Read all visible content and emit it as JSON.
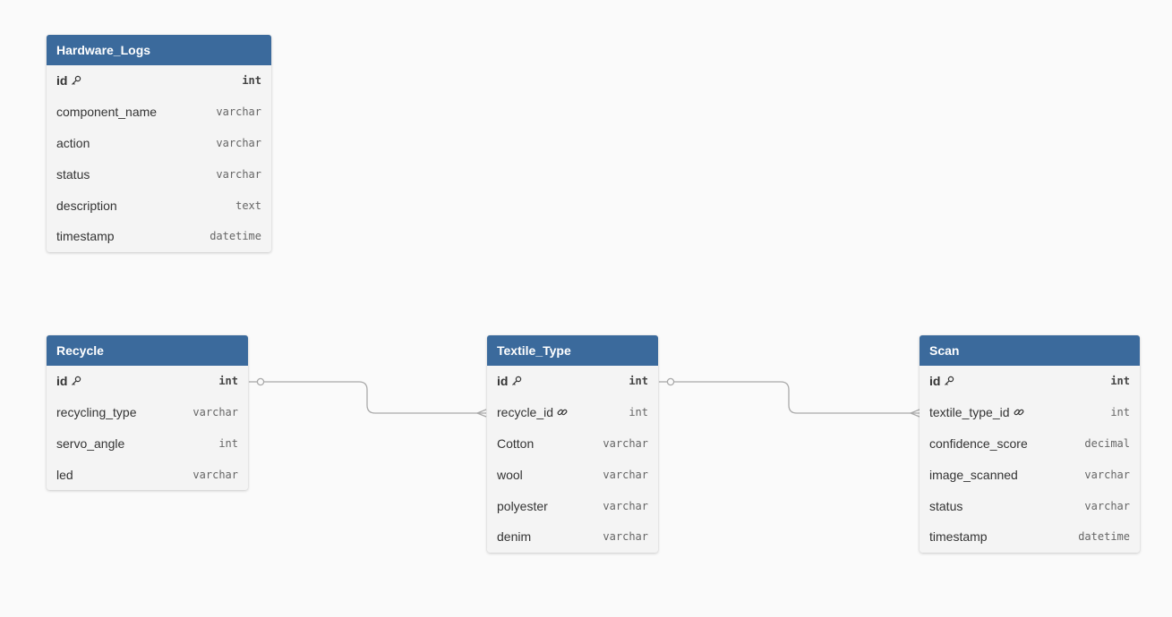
{
  "tables": {
    "hardware_logs": {
      "title": "Hardware_Logs",
      "columns": [
        {
          "name": "id",
          "type": "int",
          "key": "primary"
        },
        {
          "name": "component_name",
          "type": "varchar"
        },
        {
          "name": "action",
          "type": "varchar"
        },
        {
          "name": "status",
          "type": "varchar"
        },
        {
          "name": "description",
          "type": "text"
        },
        {
          "name": "timestamp",
          "type": "datetime"
        }
      ]
    },
    "recycle": {
      "title": "Recycle",
      "columns": [
        {
          "name": "id",
          "type": "int",
          "key": "primary"
        },
        {
          "name": "recycling_type",
          "type": "varchar"
        },
        {
          "name": "servo_angle",
          "type": "int"
        },
        {
          "name": "led",
          "type": "varchar"
        }
      ]
    },
    "textile_type": {
      "title": "Textile_Type",
      "columns": [
        {
          "name": "id",
          "type": "int",
          "key": "primary"
        },
        {
          "name": "recycle_id",
          "type": "int",
          "key": "foreign"
        },
        {
          "name": "Cotton",
          "type": "varchar"
        },
        {
          "name": "wool",
          "type": "varchar"
        },
        {
          "name": "polyester",
          "type": "varchar"
        },
        {
          "name": "denim",
          "type": "varchar"
        }
      ]
    },
    "scan": {
      "title": "Scan",
      "columns": [
        {
          "name": "id",
          "type": "int",
          "key": "primary"
        },
        {
          "name": "textile_type_id",
          "type": "int",
          "key": "foreign"
        },
        {
          "name": "confidence_score",
          "type": "decimal"
        },
        {
          "name": "image_scanned",
          "type": "varchar"
        },
        {
          "name": "status",
          "type": "varchar"
        },
        {
          "name": "timestamp",
          "type": "datetime"
        }
      ]
    }
  },
  "relationships": [
    {
      "from": "Recycle.id",
      "to": "Textile_Type.recycle_id",
      "cardinality": "one-to-many"
    },
    {
      "from": "Textile_Type.id",
      "to": "Scan.textile_type_id",
      "cardinality": "one-to-many"
    }
  ],
  "colors": {
    "header": "#3b6a9c",
    "header_text": "#ffffff",
    "table_body": "#f4f4f4",
    "canvas": "#fafafa",
    "connector": "#a9a9a9"
  },
  "icons": {
    "primary": "key-icon",
    "foreign": "link-icon"
  }
}
